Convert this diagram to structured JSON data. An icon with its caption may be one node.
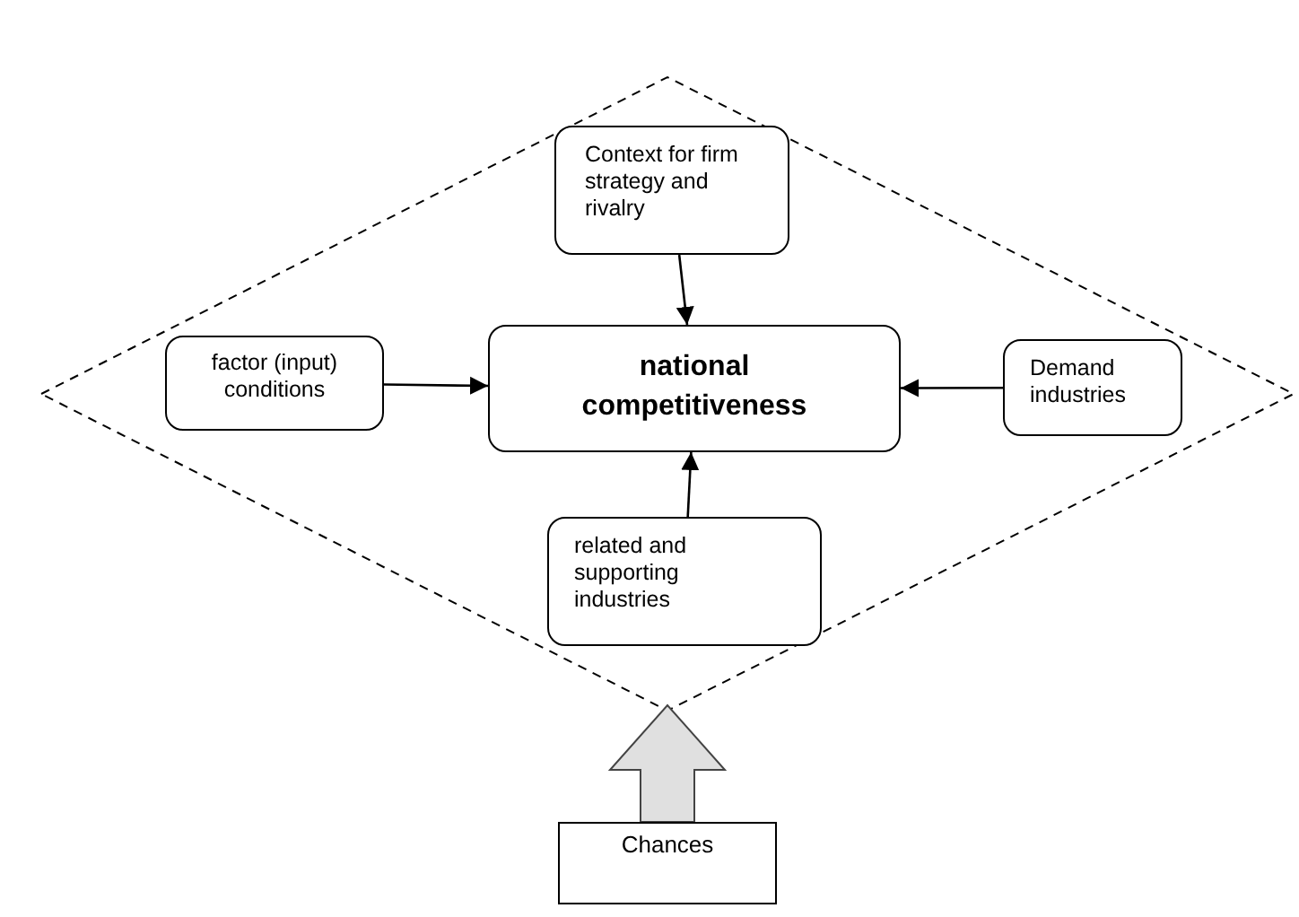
{
  "diagram": {
    "nodes": [
      {
        "text": [],
        "shape": "diamond"
      },
      {
        "text": [
          "Context for firm strategy and rivalry"
        ],
        "in": 0
      },
      {
        "text": [
          "factor (input) conditions"
        ],
        "in": 0
      },
      {
        "text": [
          "national competitiveness"
        ],
        "in": 0
      },
      {
        "text": [
          "Demand industries"
        ],
        "in": 0
      },
      {
        "text": [
          "related and supporting industries"
        ],
        "in": 0
      },
      {
        "text": [
          "Chances"
        ]
      }
    ],
    "edges": [
      {
        "from": 1,
        "to": 3,
        "arrow": "to"
      },
      {
        "from": 2,
        "to": 3,
        "arrow": "to"
      },
      {
        "from": 4,
        "to": 3,
        "arrow": "to"
      },
      {
        "from": 5,
        "to": 3,
        "arrow": "to"
      },
      {
        "from": 6,
        "to": 0,
        "arrow": "to",
        "style": "thick",
        "color": "#e0e0e0"
      }
    ]
  }
}
